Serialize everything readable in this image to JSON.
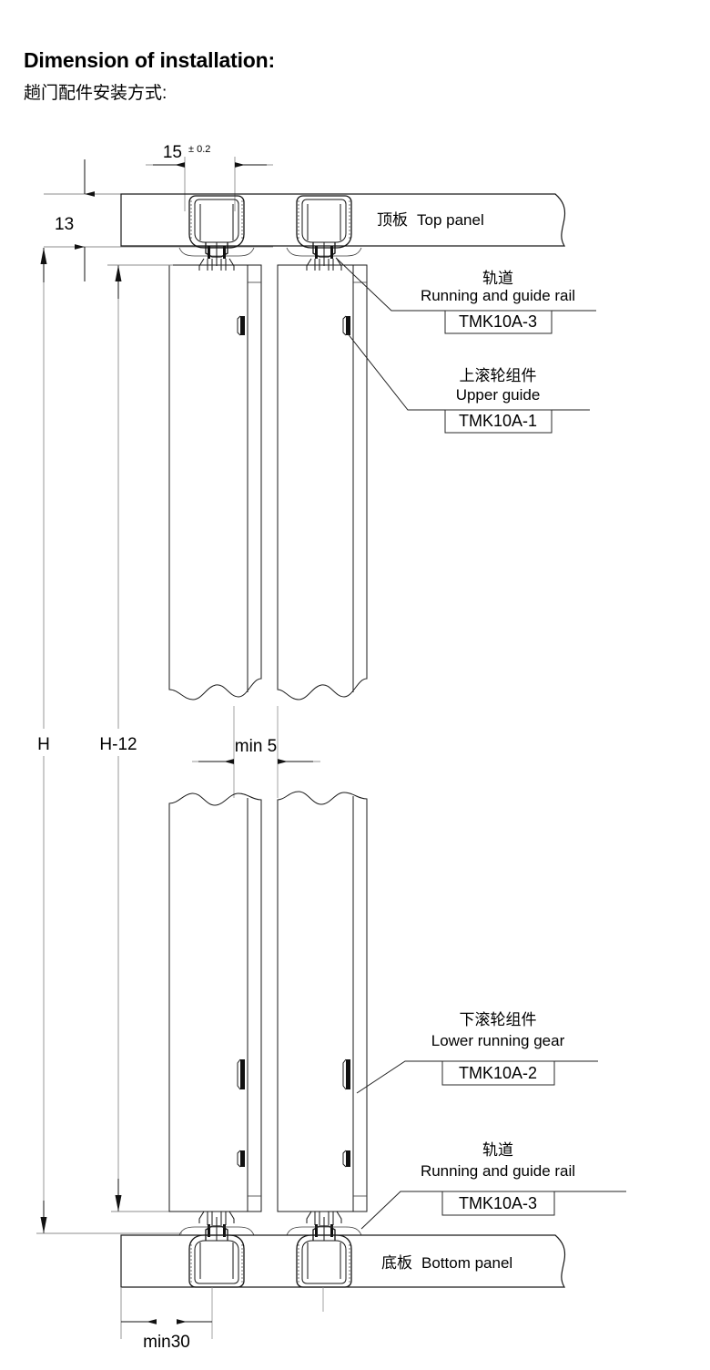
{
  "heading": {
    "english": "Dimension of installation:",
    "chinese": "趟门配件安装方式:"
  },
  "dimensions": {
    "top_offset": "15",
    "top_offset_tolerance": "± 0.2",
    "top_gap": "13",
    "height_total": "H",
    "height_panel": "H-12",
    "panel_overlap": "min 5",
    "bottom_edge": "min30"
  },
  "panels": {
    "top_panel_zh": "顶板",
    "top_panel_en": "Top panel",
    "bottom_panel_zh": "底板",
    "bottom_panel_en": "Bottom panel"
  },
  "callouts": {
    "rail_top": {
      "zh": "轨道",
      "en": "Running and guide rail",
      "code": "TMK10A-3"
    },
    "upper_guide": {
      "zh": "上滚轮组件",
      "en": "Upper guide",
      "code": "TMK10A-1"
    },
    "lower_gear": {
      "zh": "下滚轮组件",
      "en": "Lower running gear",
      "code": "TMK10A-2"
    },
    "rail_bottom": {
      "zh": "轨道",
      "en": "Running and guide rail",
      "code": "TMK10A-3"
    }
  },
  "colors": {
    "line": "#1a1a1a",
    "thin_line": "#8c8c8c",
    "background": "#ffffff"
  }
}
